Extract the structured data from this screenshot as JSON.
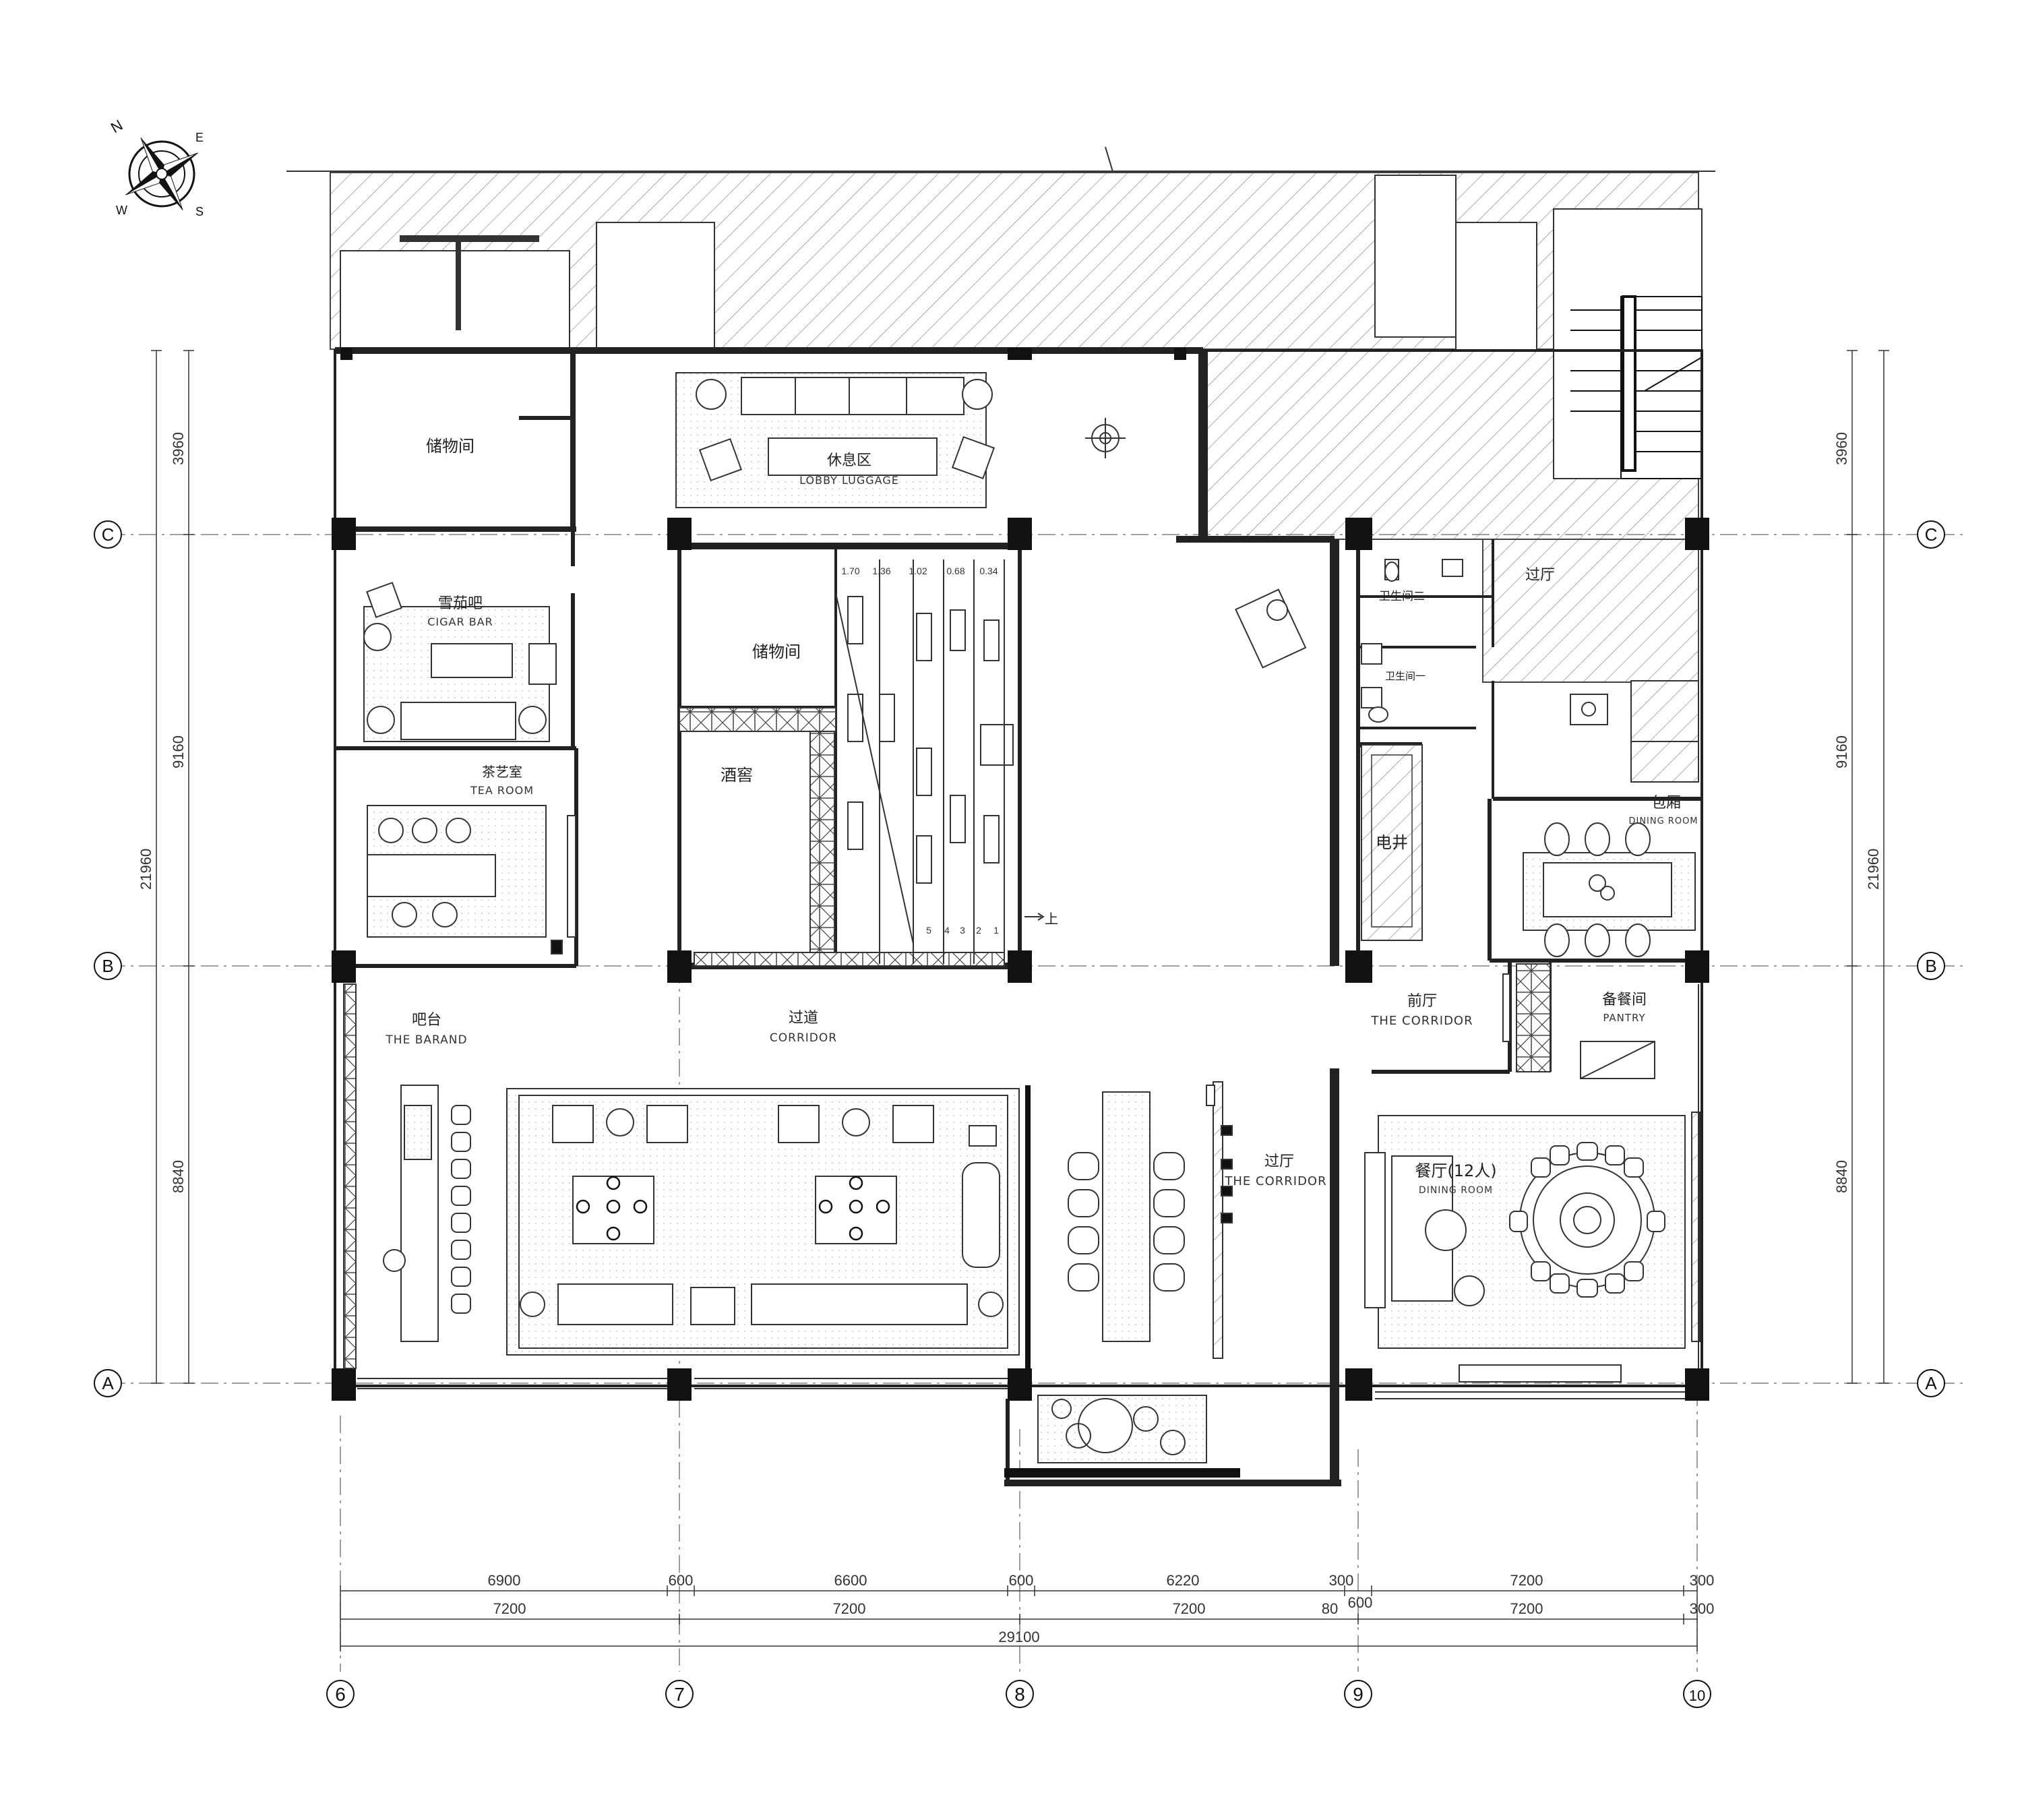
{
  "compass": {
    "n": "N",
    "e": "E",
    "s": "S",
    "w": "W"
  },
  "axes": {
    "columns": [
      "6",
      "7",
      "8",
      "9",
      "10"
    ],
    "rows": [
      "C",
      "B",
      "A"
    ]
  },
  "rooms": {
    "storage_top": "储物间",
    "lobby": {
      "cn": "休息区",
      "en": "LOBBY LUGGAGE"
    },
    "cigar": {
      "cn": "雪茄吧",
      "en": "CIGAR BAR"
    },
    "storage_mid": "储物间",
    "wine": "酒窖",
    "tea": {
      "cn": "茶艺室",
      "en": "TEA ROOM"
    },
    "wc2": "卫生间二",
    "wc1": "卫生间一",
    "hall_top": "过厅",
    "shaft": "电井",
    "private": {
      "cn": "包厢",
      "en": "DINING ROOM"
    },
    "bar": {
      "cn": "吧台",
      "en": "THE BARAND"
    },
    "corridor": {
      "cn": "过道",
      "en": "CORRIDOR"
    },
    "front": {
      "cn": "前厅",
      "en": "THE CORRIDOR"
    },
    "pantry": {
      "cn": "备餐间",
      "en": "PANTRY"
    },
    "hall_mid": {
      "cn": "过厅",
      "en": "THE CORRIDOR"
    },
    "dining": {
      "cn": "餐厅(12人)",
      "en": "DINING ROOM"
    }
  },
  "stairs": {
    "up": "上",
    "levels": [
      "1.70",
      "1.36",
      "1.02",
      "0.68",
      "0.34"
    ],
    "steps": [
      "5",
      "4",
      "3",
      "2",
      "1"
    ]
  },
  "dimensions": {
    "left": {
      "top": "3960",
      "mid": "9160",
      "bottom": "8840",
      "total": "21960"
    },
    "right": {
      "top": "3960",
      "mid": "9160",
      "bottom": "8840",
      "total": "21960"
    },
    "bottom_row1": [
      "6900",
      "600",
      "6600",
      "600",
      "6220",
      "300",
      "7200",
      "300"
    ],
    "bottom_row1_extra": [
      "80",
      "600"
    ],
    "bottom_row2": [
      "7200",
      "7200",
      "7200",
      "7200",
      "300"
    ],
    "bottom_total": "29100"
  }
}
